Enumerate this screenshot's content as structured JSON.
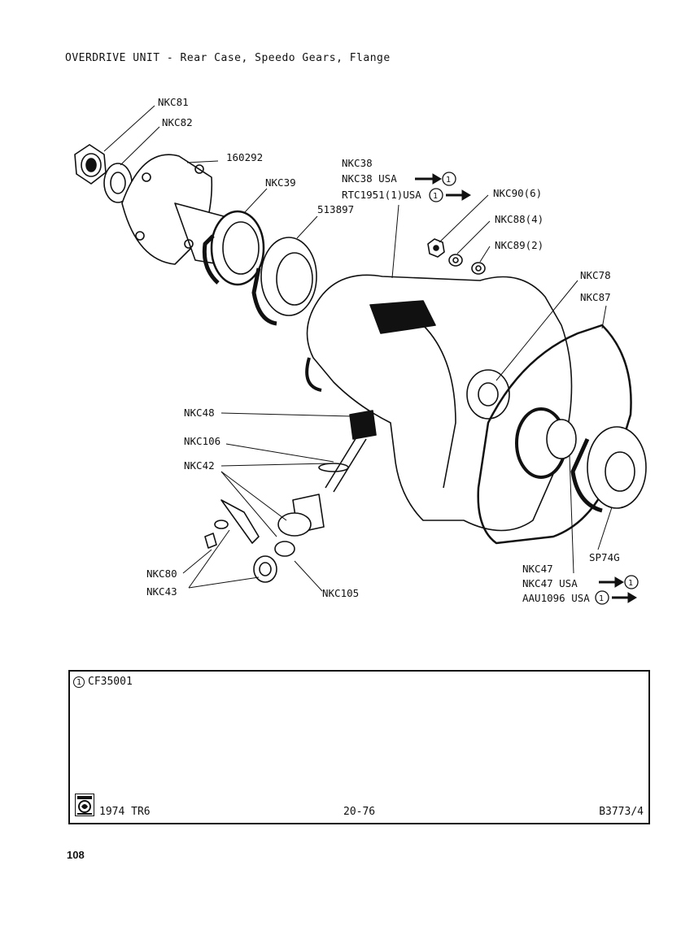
{
  "header": {
    "title": "OVERDRIVE UNIT - Rear Case, Speedo Gears, Flange"
  },
  "callouts": {
    "nkc81": "NKC81",
    "nkc82": "NKC82",
    "p160292": "160292",
    "nkc39": "NKC39",
    "p513897": "513897",
    "nkc38": "NKC38",
    "nkc38_usa": "NKC38 USA",
    "rtc1951": "RTC1951(1)USA",
    "nkc90": "NKC90(6)",
    "nkc88": "NKC88(4)",
    "nkc89": "NKC89(2)",
    "nkc78": "NKC78",
    "nkc87": "NKC87",
    "nkc48": "NKC48",
    "nkc106": "NKC106",
    "nkc42": "NKC42",
    "nkc80": "NKC80",
    "nkc43": "NKC43",
    "nkc105": "NKC105",
    "sp74g": "SP74G",
    "nkc47": "NKC47",
    "nkc47_usa": "NKC47 USA",
    "aau1096": "AAU1096 USA"
  },
  "footnote_marker": "1",
  "notes": {
    "text": "CF35001"
  },
  "footer": {
    "model": "1974 TR6",
    "page_code": "20-76",
    "reference": "B3773/4"
  },
  "page_number": "108"
}
